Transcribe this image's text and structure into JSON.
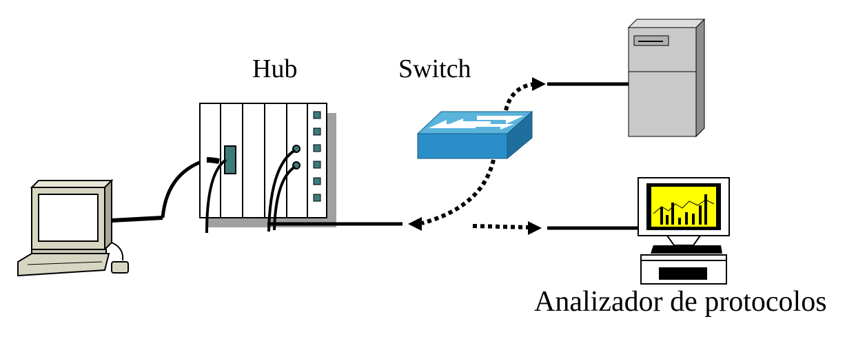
{
  "labels": {
    "hub": "Hub",
    "switch": "Switch",
    "analyzer": "Analizador de protocolos"
  },
  "colors": {
    "switch_top": "#5ab4dc",
    "switch_front": "#2a8fc8",
    "switch_side": "#1f6f9e",
    "server": "#c9c9c9",
    "computer": "#d6d6c2",
    "analyzer_screen": "#ffff00",
    "hub_shadow": "#a0a0a0",
    "hub_port": "#3d7a7a"
  },
  "icons": [
    "computer-icon",
    "hub-icon",
    "switch-icon",
    "server-icon",
    "protocol-analyzer-icon"
  ]
}
